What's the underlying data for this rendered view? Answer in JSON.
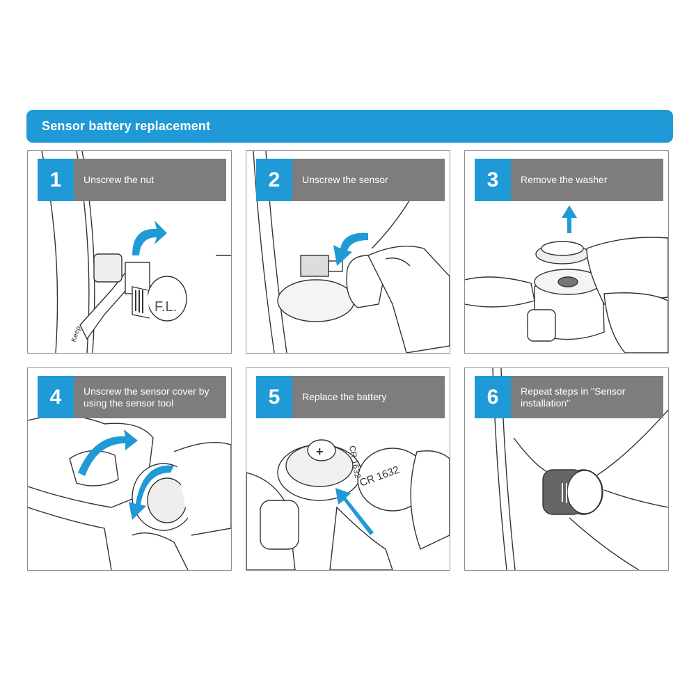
{
  "title": "Sensor battery replacement",
  "steps": [
    {
      "number": "1",
      "text": "Unscrew the nut",
      "sensor_label": "F.L.",
      "wrench_label": "Keep"
    },
    {
      "number": "2",
      "text": "Unscrew the sensor"
    },
    {
      "number": "3",
      "text": "Remove the washer"
    },
    {
      "number": "4",
      "text": "Unscrew the sensor cover by using the sensor tool"
    },
    {
      "number": "5",
      "text": "Replace the battery",
      "battery_label": "CR 1632",
      "slot_label": "CR 1632",
      "plus_symbol": "+"
    },
    {
      "number": "6",
      "text": "Repeat steps in \"Sensor installation\""
    }
  ],
  "colors": {
    "accent": "#1f9ad6",
    "header_gray": "#7d7d7d",
    "line": "#333333"
  }
}
